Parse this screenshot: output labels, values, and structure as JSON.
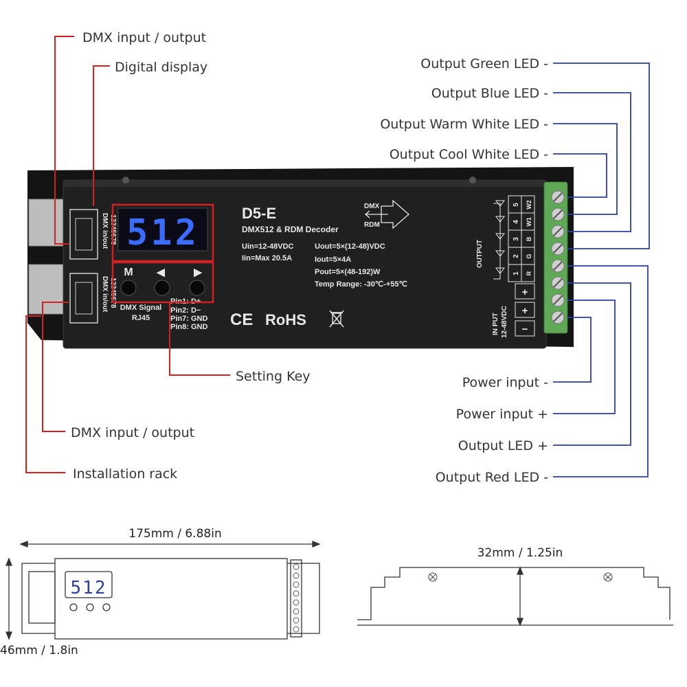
{
  "colors": {
    "red_leader": "#d42020",
    "blue_leader": "#2b3f9e",
    "device_body": "#1c1c1c",
    "terminal_green": "#5fa855",
    "display_digit": "#3a6cff"
  },
  "callouts_left": {
    "dmx_top": "DMX input / output",
    "digital_display": "Digital display",
    "setting_key": "Setting Key",
    "dmx_bottom": "DMX input / output",
    "installation_rack": "Installation rack"
  },
  "callouts_right": {
    "green": "Output Green LED -",
    "blue": "Output Blue LED -",
    "warm_white": "Output Warm White LED -",
    "cool_white": "Output Cool White LED -",
    "power_minus": "Power input -",
    "power_plus": "Power input +",
    "led_plus": "Output LED +",
    "red": "Output Red LED -"
  },
  "device": {
    "model": "D5-E",
    "subtitle": "DMX512 & RDM Decoder",
    "display_value": "512",
    "spec_uin": "Uin=12-48VDC",
    "spec_iin": "Iin=Max 20.5A",
    "spec_uout": "Uout=5×(12-48)VDC",
    "spec_iout": "Iout=5×4A",
    "spec_pout": "Pout=5×(48-192)W",
    "spec_temp": "Temp Range: -30℃-+55℃",
    "key_m": "M",
    "key_left": "◀",
    "key_right": "▶",
    "dmx_port_label": "DMX in/out",
    "port_pins": "12345678",
    "dmx_signal": "DMX Signal",
    "rj45": "RJ45",
    "pin1": "Pin1: D+",
    "pin2": "Pin2: D−",
    "pin7": "Pin7: GND",
    "pin8": "Pin8: GND",
    "ce": "CE",
    "rohs": "RoHS",
    "dmx_arrow_top": "DMX",
    "dmx_arrow_bottom": "RDM",
    "output_label": "OUTPUT",
    "input_label": "IN PUT",
    "input_voltage": "12-48VDC",
    "channels": [
      {
        "num": "5",
        "color": "W2"
      },
      {
        "num": "4",
        "color": "W1"
      },
      {
        "num": "3",
        "color": "B"
      },
      {
        "num": "2",
        "color": "G"
      },
      {
        "num": "1",
        "color": "R"
      }
    ],
    "plus_sign": "+",
    "minus_sign": "−"
  },
  "dimensions": {
    "length": "175mm / 6.88in",
    "width": "46mm / 1.8in",
    "height": "32mm  / 1.25in",
    "drawing_display": "512"
  }
}
